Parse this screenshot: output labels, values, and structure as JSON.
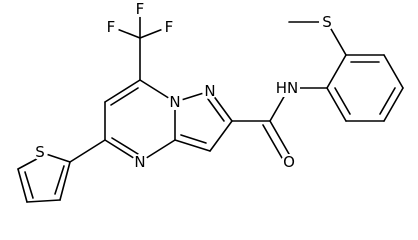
{
  "molecule": {
    "atoms": {
      "F_top": "F",
      "F_left": "F",
      "F_right": "F",
      "N_bridge": "N",
      "N_pyrazole": "N",
      "N_pyrimidine": "N",
      "NH_amide": "HN",
      "O_carbonyl": "O",
      "S_thioether": "S",
      "S_thiophene": "S"
    }
  }
}
